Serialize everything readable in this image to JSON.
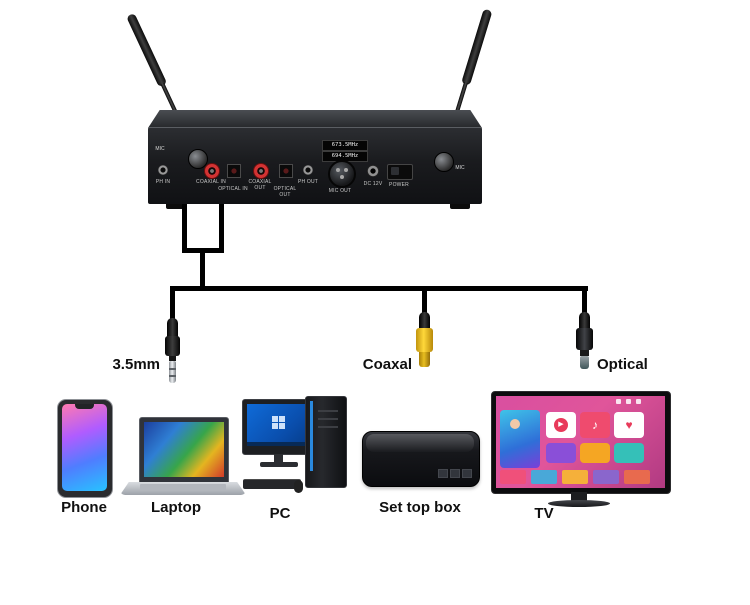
{
  "receiver": {
    "display": {
      "freq_a": "673.5MHz",
      "freq_b": "694.5MHz"
    },
    "mic_label_left": "MIC",
    "mic_label_right": "MIC",
    "ports": {
      "ph_in": "PH IN",
      "coaxial_in": "COAXIAL IN",
      "optical_in": "OPTICAL IN",
      "coaxial_out": "COAXIAL OUT",
      "optical_out": "OPTICAL OUT",
      "ph_out": "PH OUT",
      "mic_out": "MIC OUT",
      "dc_12v": "DC 12V",
      "power": "POWER"
    }
  },
  "connectors": {
    "jack_35mm": "3.5mm",
    "coaxial": "Coaxal",
    "optical": "Optical"
  },
  "devices": {
    "phone": "Phone",
    "laptop": "Laptop",
    "pc": "PC",
    "set_top_box": "Set top box",
    "tv": "TV"
  },
  "icons": {
    "play_icon": "▶",
    "music_note_icon": "♪",
    "heart_icon": "♥"
  },
  "colors": {
    "cable": "#000000",
    "coaxial_connector_yellow": "#ffd83a",
    "receiver_body": "#1a1b1e",
    "pc_screen_blue": "#0a4fae",
    "tv_screen_pink": "#e0559a",
    "background": "#ffffff"
  }
}
